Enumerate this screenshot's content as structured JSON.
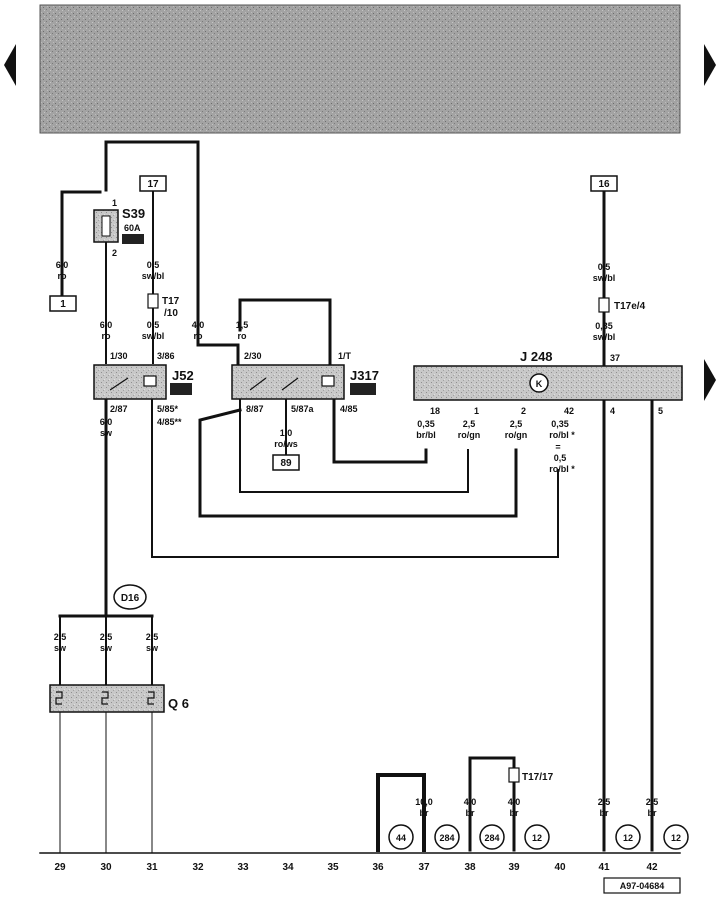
{
  "colors": {
    "ink": "#111111",
    "component_fill": "#bdbdbd",
    "header_fill": "#9a9a9a",
    "background": "#ffffff"
  },
  "refs": {
    "r1": "1",
    "r17": "17",
    "r16": "16",
    "r89": "89"
  },
  "components": {
    "s39": {
      "name": "S39",
      "rating": "60A",
      "pin_in": "1",
      "pin_out": "2"
    },
    "t17_10": {
      "name": "T17",
      "sub": "/10"
    },
    "t17e4": {
      "name": "T17e/4"
    },
    "t17_17": {
      "name": "T17/17"
    },
    "j52": {
      "name": "J52",
      "pins": {
        "p1_30": "1/30",
        "p3_86": "3/86",
        "p2_87": "2/87",
        "p5_85": "5/85*",
        "p4_85": "4/85**"
      }
    },
    "j317": {
      "name": "J317",
      "pins": {
        "p2_30": "2/30",
        "p1_t": "1/T",
        "p8_87": "8/87",
        "p5_87a": "5/87a",
        "p4_85": "4/85"
      }
    },
    "j248": {
      "name": "J 248",
      "symbol": "K",
      "pins": {
        "p37": "37",
        "p18": "18",
        "p1": "1",
        "p2": "2",
        "p42": "42",
        "p4": "4",
        "p5": "5"
      }
    },
    "d16": {
      "name": "D16"
    },
    "q6": {
      "name": "Q 6"
    }
  },
  "wires": {
    "w_60ro_a": [
      "6,0",
      "ro"
    ],
    "w_05swbl_a": [
      "0,5",
      "sw/bl"
    ],
    "w_05swbl_b": [
      "0,5",
      "sw/bl"
    ],
    "w_60ro_b": [
      "6,0",
      "ro"
    ],
    "w_40ro": [
      "4,0",
      "ro"
    ],
    "w_15ro": [
      "1,5",
      "ro"
    ],
    "w_05swbl_c": [
      "0,5",
      "sw/bl"
    ],
    "w_035swbl": [
      "0,35",
      "sw/bl"
    ],
    "w_60sw": [
      "6,0",
      "sw"
    ],
    "w_10rows": [
      "1,0",
      "ro/ws"
    ],
    "w_035brbl": [
      "0,35",
      "br/bl"
    ],
    "w_25rogn_a": [
      "2,5",
      "ro/gn"
    ],
    "w_25rogn_b": [
      "2,5",
      "ro/gn"
    ],
    "w_035robl": [
      "0,35",
      "ro/bl *"
    ],
    "w_05robl": [
      "0,5",
      "ro/bl *"
    ],
    "w_or": "=",
    "w_25sw_a": [
      "2,5",
      "sw"
    ],
    "w_25sw_b": [
      "2,5",
      "sw"
    ],
    "w_25sw_c": [
      "2,5",
      "sw"
    ],
    "w_100br": [
      "10,0",
      "br"
    ],
    "w_40br_a": [
      "4,0",
      "br"
    ],
    "w_40br_b": [
      "4,0",
      "br"
    ],
    "w_25br_a": [
      "2,5",
      "br"
    ],
    "w_25br_b": [
      "2,5",
      "br"
    ]
  },
  "ground_refs": [
    "44",
    "284",
    "284",
    "12",
    "12",
    "12"
  ],
  "rail_numbers": [
    "29",
    "30",
    "31",
    "32",
    "33",
    "34",
    "35",
    "36",
    "37",
    "38",
    "39",
    "40",
    "41",
    "42"
  ],
  "drawing_code": "A97-04684"
}
